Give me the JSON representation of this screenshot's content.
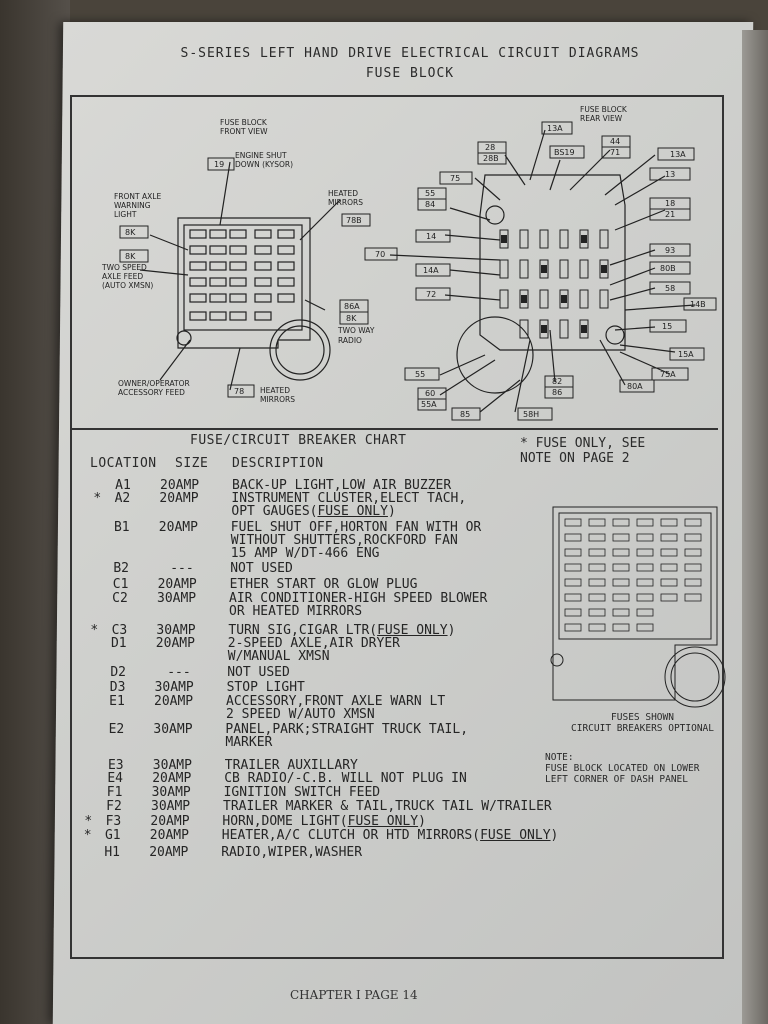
{
  "header": {
    "title": "S-SERIES LEFT HAND DRIVE ELECTRICAL CIRCUIT DIAGRAMS",
    "subtitle": "FUSE BLOCK"
  },
  "front_view": {
    "title_line1": "FUSE BLOCK",
    "title_line2": "FRONT VIEW",
    "labels": {
      "engine_shut": "ENGINE SHUT",
      "engine_shut2": "DOWN (KYSOR)",
      "heated_mirrors_top1": "HEATED",
      "heated_mirrors_top2": "MIRRORS",
      "front_axle1": "FRONT AXLE",
      "front_axle2": "WARNING",
      "front_axle3": "LIGHT",
      "two_speed1": "TWO SPEED",
      "two_speed2": "AXLE FEED",
      "two_speed3": "(AUTO XMSN)",
      "two_way1": "TWO WAY",
      "two_way2": "RADIO",
      "owner1": "OWNER/OPERATOR",
      "owner2": "ACCESSORY FEED",
      "heated_bottom1": "HEATED",
      "heated_bottom2": "MIRRORS"
    },
    "boxes": [
      "19",
      "78B",
      "8K",
      "8K",
      "86A",
      "8K",
      "78"
    ]
  },
  "rear_view": {
    "title_line1": "FUSE BLOCK",
    "title_line2": "REAR VIEW",
    "boxes": [
      "13A",
      "44",
      "71",
      "28",
      "28B",
      "BS19",
      "13A",
      "75",
      "13",
      "55",
      "84",
      "18",
      "21",
      "14",
      "70",
      "93",
      "14A",
      "80B",
      "72",
      "58",
      "14B",
      "15",
      "15A",
      "55",
      "75A",
      "60",
      "55A",
      "82",
      "86",
      "80A",
      "85",
      "58H"
    ]
  },
  "chart": {
    "title": "FUSE/CIRCUIT BREAKER CHART",
    "note_line1": "* FUSE ONLY, SEE",
    "note_line2": "NOTE ON PAGE 2",
    "col_location": "LOCATION",
    "col_size": "SIZE",
    "col_description": "DESCRIPTION",
    "rows": [
      {
        "star": "",
        "loc": "A1",
        "size": "20AMP",
        "d1": "BACK-UP LIGHT,LOW AIR BUZZER",
        "d2": "",
        "d3": ""
      },
      {
        "star": "*",
        "loc": "A2",
        "size": "20AMP",
        "d1": "INSTRUMENT CLUSTER,ELECT TACH,",
        "d2": "OPT GAUGES(FUSE ONLY)",
        "d3": ""
      },
      {
        "star": "",
        "loc": "B1",
        "size": "20AMP",
        "d1": "FUEL SHUT OFF,HORTON FAN WITH OR",
        "d2": "WITHOUT SHUTTERS,ROCKFORD FAN",
        "d3": "15 AMP W/DT-466 ENG"
      },
      {
        "star": "",
        "loc": "B2",
        "size": "---",
        "d1": "NOT USED",
        "d2": "",
        "d3": ""
      },
      {
        "star": "",
        "loc": "C1",
        "size": "20AMP",
        "d1": "ETHER START OR GLOW PLUG",
        "d2": "",
        "d3": ""
      },
      {
        "star": "",
        "loc": "C2",
        "size": "30AMP",
        "d1": "AIR CONDITIONER-HIGH SPEED BLOWER",
        "d2": "OR HEATED MIRRORS",
        "d3": ""
      },
      {
        "star": "*",
        "loc": "C3",
        "size": "30AMP",
        "d1": "TURN SIG,CIGAR LTR(FUSE ONLY)",
        "d2": "",
        "d3": ""
      },
      {
        "star": "",
        "loc": "D1",
        "size": "20AMP",
        "d1": "2-SPEED AXLE,AIR DRYER",
        "d2": "W/MANUAL XMSN",
        "d3": ""
      },
      {
        "star": "",
        "loc": "D2",
        "size": "---",
        "d1": "NOT USED",
        "d2": "",
        "d3": ""
      },
      {
        "star": "",
        "loc": "D3",
        "size": "30AMP",
        "d1": "STOP LIGHT",
        "d2": "",
        "d3": ""
      },
      {
        "star": "",
        "loc": "E1",
        "size": "20AMP",
        "d1": "ACCESSORY,FRONT AXLE WARN LT",
        "d2": "2 SPEED W/AUTO XMSN",
        "d3": ""
      },
      {
        "star": "",
        "loc": "E2",
        "size": "30AMP",
        "d1": "PANEL,PARK;STRAIGHT TRUCK TAIL,",
        "d2": "MARKER",
        "d3": ""
      },
      {
        "star": "",
        "loc": "E3",
        "size": "30AMP",
        "d1": "TRAILER AUXILLARY",
        "d2": "",
        "d3": ""
      },
      {
        "star": "",
        "loc": "E4",
        "size": "20AMP",
        "d1": "CB RADIO/-C.B. WILL NOT PLUG IN",
        "d2": "",
        "d3": ""
      },
      {
        "star": "",
        "loc": "F1",
        "size": "30AMP",
        "d1": "IGNITION SWITCH FEED",
        "d2": "",
        "d3": ""
      },
      {
        "star": "",
        "loc": "F2",
        "size": "30AMP",
        "d1": "TRAILER MARKER & TAIL,TRUCK TAIL W/TRAILER",
        "d2": "",
        "d3": ""
      },
      {
        "star": "*",
        "loc": "F3",
        "size": "20AMP",
        "d1": "HORN,DOME LIGHT(FUSE ONLY)",
        "d2": "",
        "d3": ""
      },
      {
        "star": "*",
        "loc": "G1",
        "size": "20AMP",
        "d1": "HEATER,A/C CLUTCH OR HTD MIRRORS(FUSE ONLY)",
        "d2": "",
        "d3": ""
      },
      {
        "star": "",
        "loc": "H1",
        "size": "20AMP",
        "d1": "RADIO,WIPER,WASHER",
        "d2": "",
        "d3": ""
      }
    ]
  },
  "side_diagram": {
    "caption_line1": "FUSES SHOWN",
    "caption_line2": "CIRCUIT BREAKERS OPTIONAL",
    "note_line1": "NOTE:",
    "note_line2": "FUSE BLOCK LOCATED ON LOWER",
    "note_line3": "LEFT CORNER OF DASH PANEL"
  },
  "footer": {
    "text": "CHAPTER I PAGE 14"
  }
}
